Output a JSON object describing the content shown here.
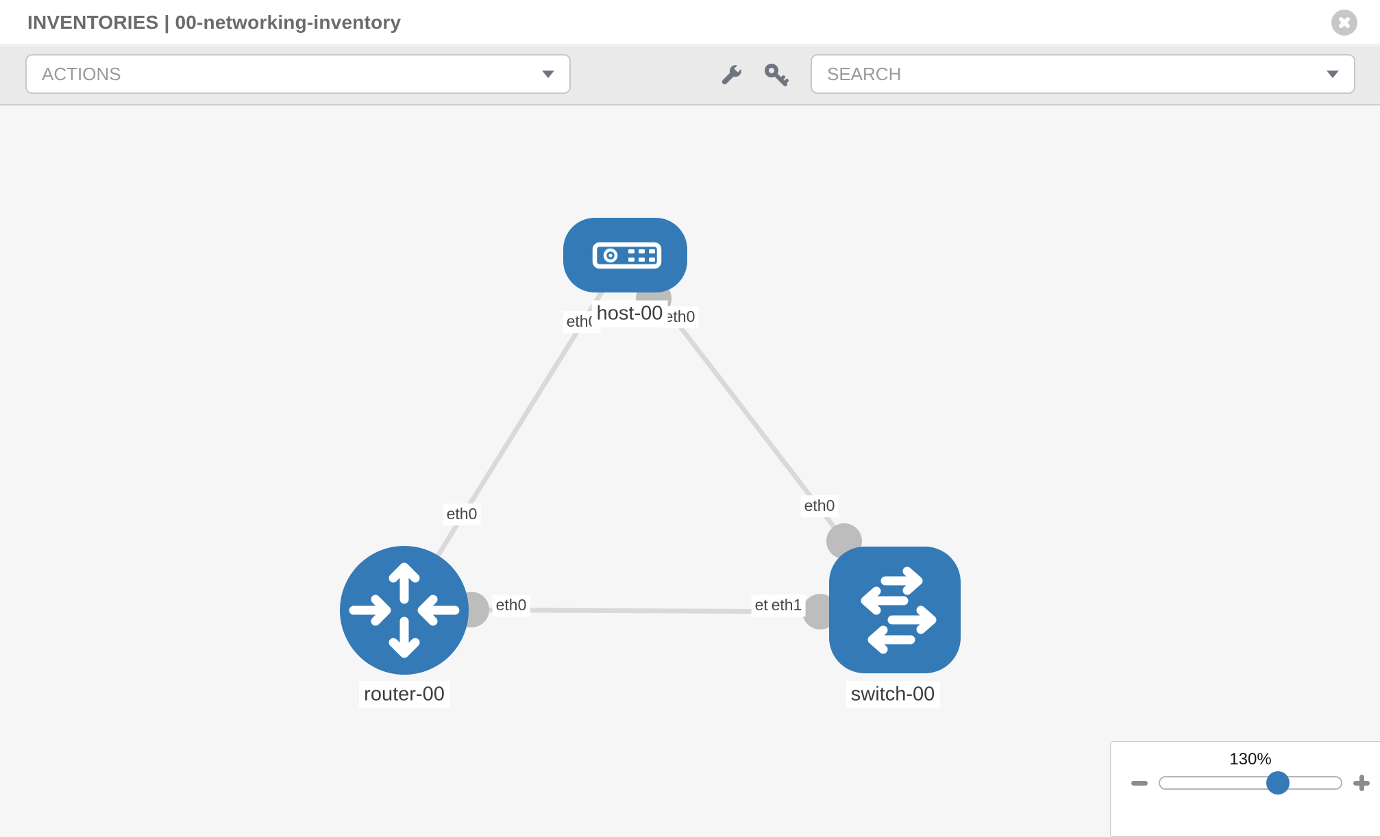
{
  "header": {
    "title": "INVENTORIES | 00-networking-inventory"
  },
  "toolbar": {
    "actions_label": "ACTIONS",
    "search_placeholder": "SEARCH",
    "icons": [
      "wrench",
      "key"
    ]
  },
  "topology": {
    "nodes": [
      {
        "id": "host-00",
        "type": "host",
        "label": "host-00"
      },
      {
        "id": "router-00",
        "type": "router",
        "label": "router-00"
      },
      {
        "id": "switch-00",
        "type": "switch",
        "label": "switch-00"
      }
    ],
    "links": [
      {
        "source": "host-00",
        "target": "router-00",
        "source_interface": "eth0",
        "target_interface": "eth0"
      },
      {
        "source": "host-00",
        "target": "switch-00",
        "source_interface": "eth0",
        "target_interface": "eth0"
      },
      {
        "source": "router-00",
        "target": "switch-00",
        "source_interface": "eth0",
        "target_interface": "eth1",
        "target_end_overlapped_labels": [
          "eth0",
          "eth1"
        ]
      }
    ]
  },
  "zoom_control": {
    "level_text": "130%",
    "percent": 130
  },
  "colors": {
    "node_blue": "#337ab7",
    "link_gray": "#d9d9d9",
    "interface_dot_gray": "#bdbdbd",
    "canvas_bg": "#f6f6f6",
    "toolbar_bg": "#eaeaea"
  }
}
